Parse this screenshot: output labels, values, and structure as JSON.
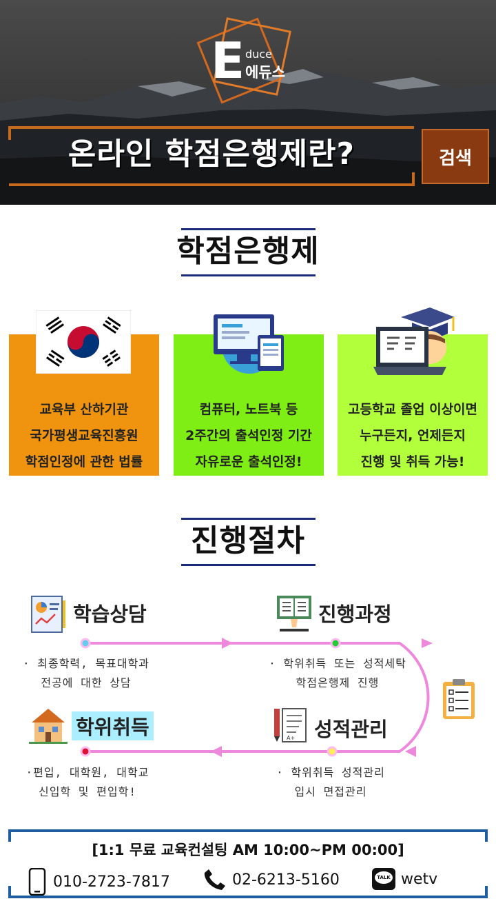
{
  "hero": {
    "logo_letter": "E",
    "logo_sub": "duce",
    "logo_name": "에듀스",
    "title": "온라인 학점은행제란?",
    "search_label": "검색"
  },
  "section1": {
    "heading": "학점은행제",
    "cards": [
      {
        "icon": "korean-flag-icon",
        "bg": "#f09410",
        "lines": [
          "교육부 산하기관",
          "국가평생교육진흥원",
          "학점인정에 관한 법률"
        ]
      },
      {
        "icon": "computer-notebook-icon",
        "bg": "#7fee15",
        "lines": [
          "컴퓨터, 노트북 등",
          "2주간의 출석인정 기간",
          "자유로운 출석인정!"
        ]
      },
      {
        "icon": "graduate-laptop-icon",
        "bg": "#b2ff3c",
        "lines": [
          "고등학교 졸업 이상이면",
          "누구든지, 언제든지",
          "진행 및 취득 가능!"
        ]
      }
    ]
  },
  "section2": {
    "heading": "진행절차",
    "steps": [
      {
        "title": "학습상담",
        "icon": "report-icon",
        "desc": [
          "· 최종학력, 목표대학과",
          "전공에 대한 상담"
        ]
      },
      {
        "title": "진행과정",
        "icon": "book-reading-icon",
        "desc": [
          "· 학위취득 또는 성적세탁",
          "학점은행제 진행"
        ]
      },
      {
        "title": "성적관리",
        "icon": "pen-document-icon",
        "desc": [
          "· 학위취득 성적관리",
          "입시 면접관리"
        ]
      },
      {
        "title": "학위취득",
        "icon": "house-icon",
        "desc": [
          "·편입, 대학원, 대학교",
          "신입학 및 편입학!"
        ]
      }
    ],
    "colors": {
      "path": "#ee88dd",
      "dot1": "#66ccee",
      "dot2": "#22cc33",
      "dot3": "#ffee55",
      "dot4": "#dd1133"
    }
  },
  "footer": {
    "consult": "[1:1 무료 교육컨설팅 AM 10:00~PM 00:00]",
    "mobile": "010-2723-7817",
    "phone": "02-6213-5160",
    "talk_badge": "TALK",
    "kakao_id": "wetv"
  }
}
